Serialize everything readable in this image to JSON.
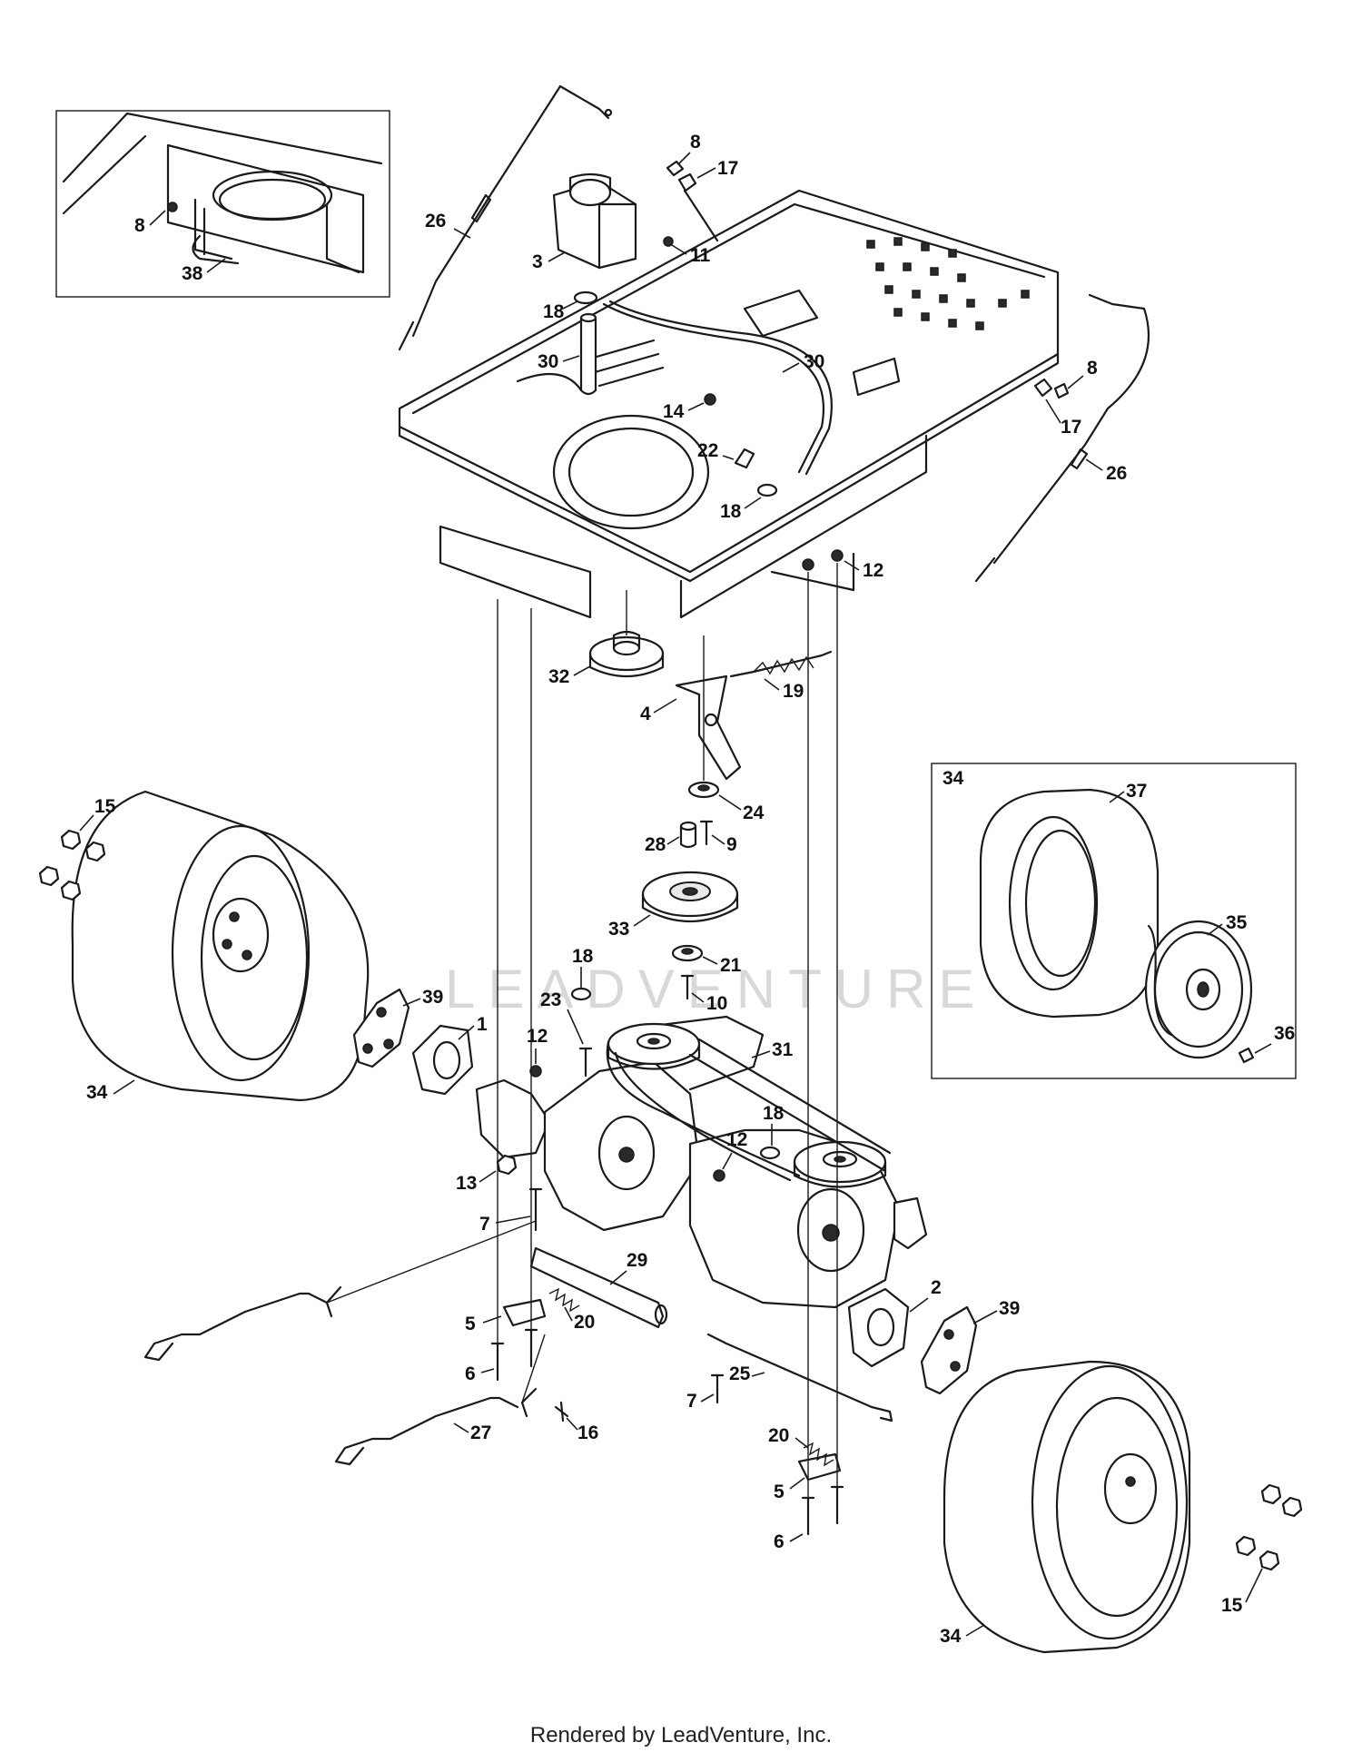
{
  "watermark": "LEADVENTURE",
  "footer": "Rendered by LeadVenture, Inc.",
  "callouts": {
    "c1": "1",
    "c2": "2",
    "c3": "3",
    "c4": "4",
    "c5a": "5",
    "c5b": "5",
    "c6a": "6",
    "c6b": "6",
    "c7a": "7",
    "c7b": "7",
    "c8a": "8",
    "c8b": "8",
    "c8c": "8",
    "c9": "9",
    "c10": "10",
    "c11": "11",
    "c12a": "12",
    "c12b": "12",
    "c12c": "12",
    "c13": "13",
    "c14": "14",
    "c15a": "15",
    "c15b": "15",
    "c16": "16",
    "c17a": "17",
    "c17b": "17",
    "c18a": "18",
    "c18b": "18",
    "c18c": "18",
    "c18d": "18",
    "c19": "19",
    "c20a": "20",
    "c20b": "20",
    "c21": "21",
    "c22": "22",
    "c23": "23",
    "c24": "24",
    "c25": "25",
    "c26a": "26",
    "c26b": "26",
    "c27": "27",
    "c28": "28",
    "c29": "29",
    "c30a": "30",
    "c30b": "30",
    "c31": "31",
    "c32": "32",
    "c33": "33",
    "c34a": "34",
    "c34b": "34",
    "c34c": "34",
    "c35": "35",
    "c36": "36",
    "c37": "37",
    "c38": "38",
    "c39a": "39",
    "c39b": "39"
  }
}
